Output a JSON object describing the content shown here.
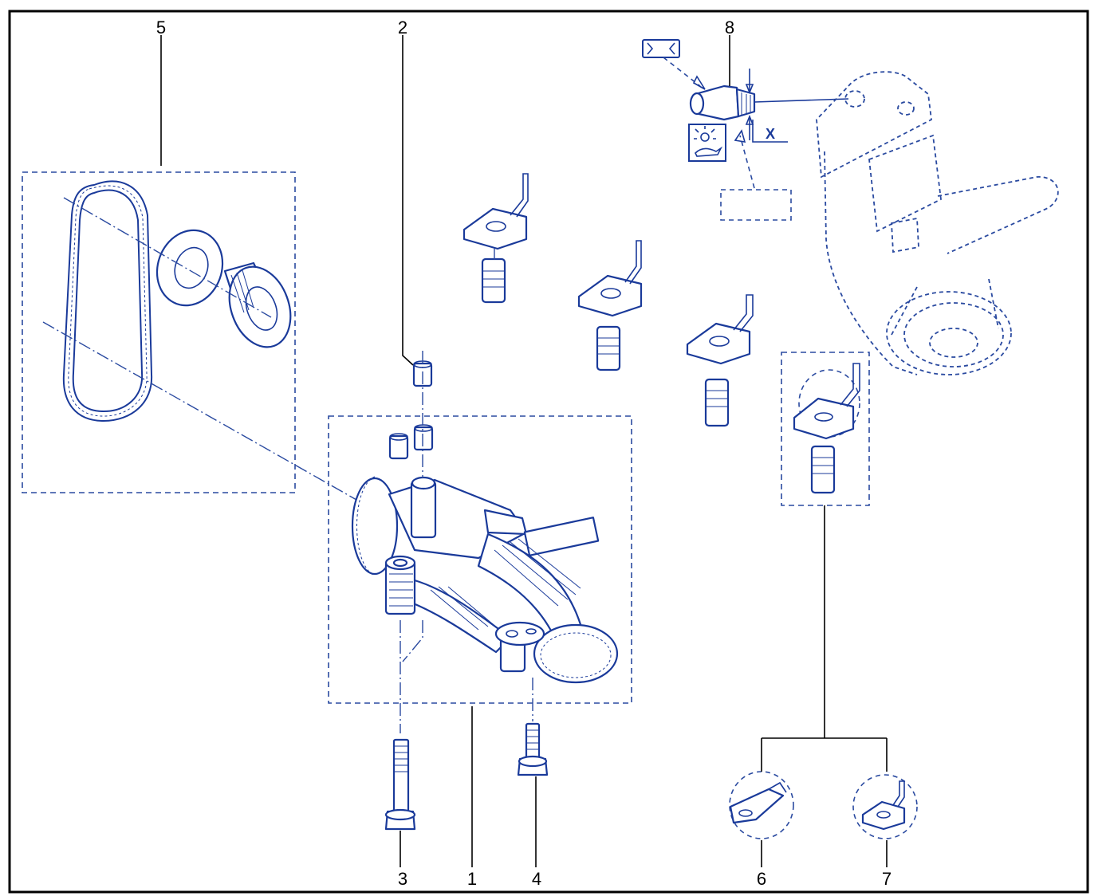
{
  "callouts": {
    "c1": "1",
    "c2": "2",
    "c3": "3",
    "c4": "4",
    "c5": "5",
    "c6": "6",
    "c7": "7",
    "c8": "8"
  },
  "dimension": {
    "x_label": "X"
  },
  "icons": {
    "sealant": "sealant-symbol-icon",
    "oil_pressure": "oil-pressure-warning-icon"
  },
  "colors": {
    "line_art": "#1a3a9a",
    "frame": "#000000"
  }
}
